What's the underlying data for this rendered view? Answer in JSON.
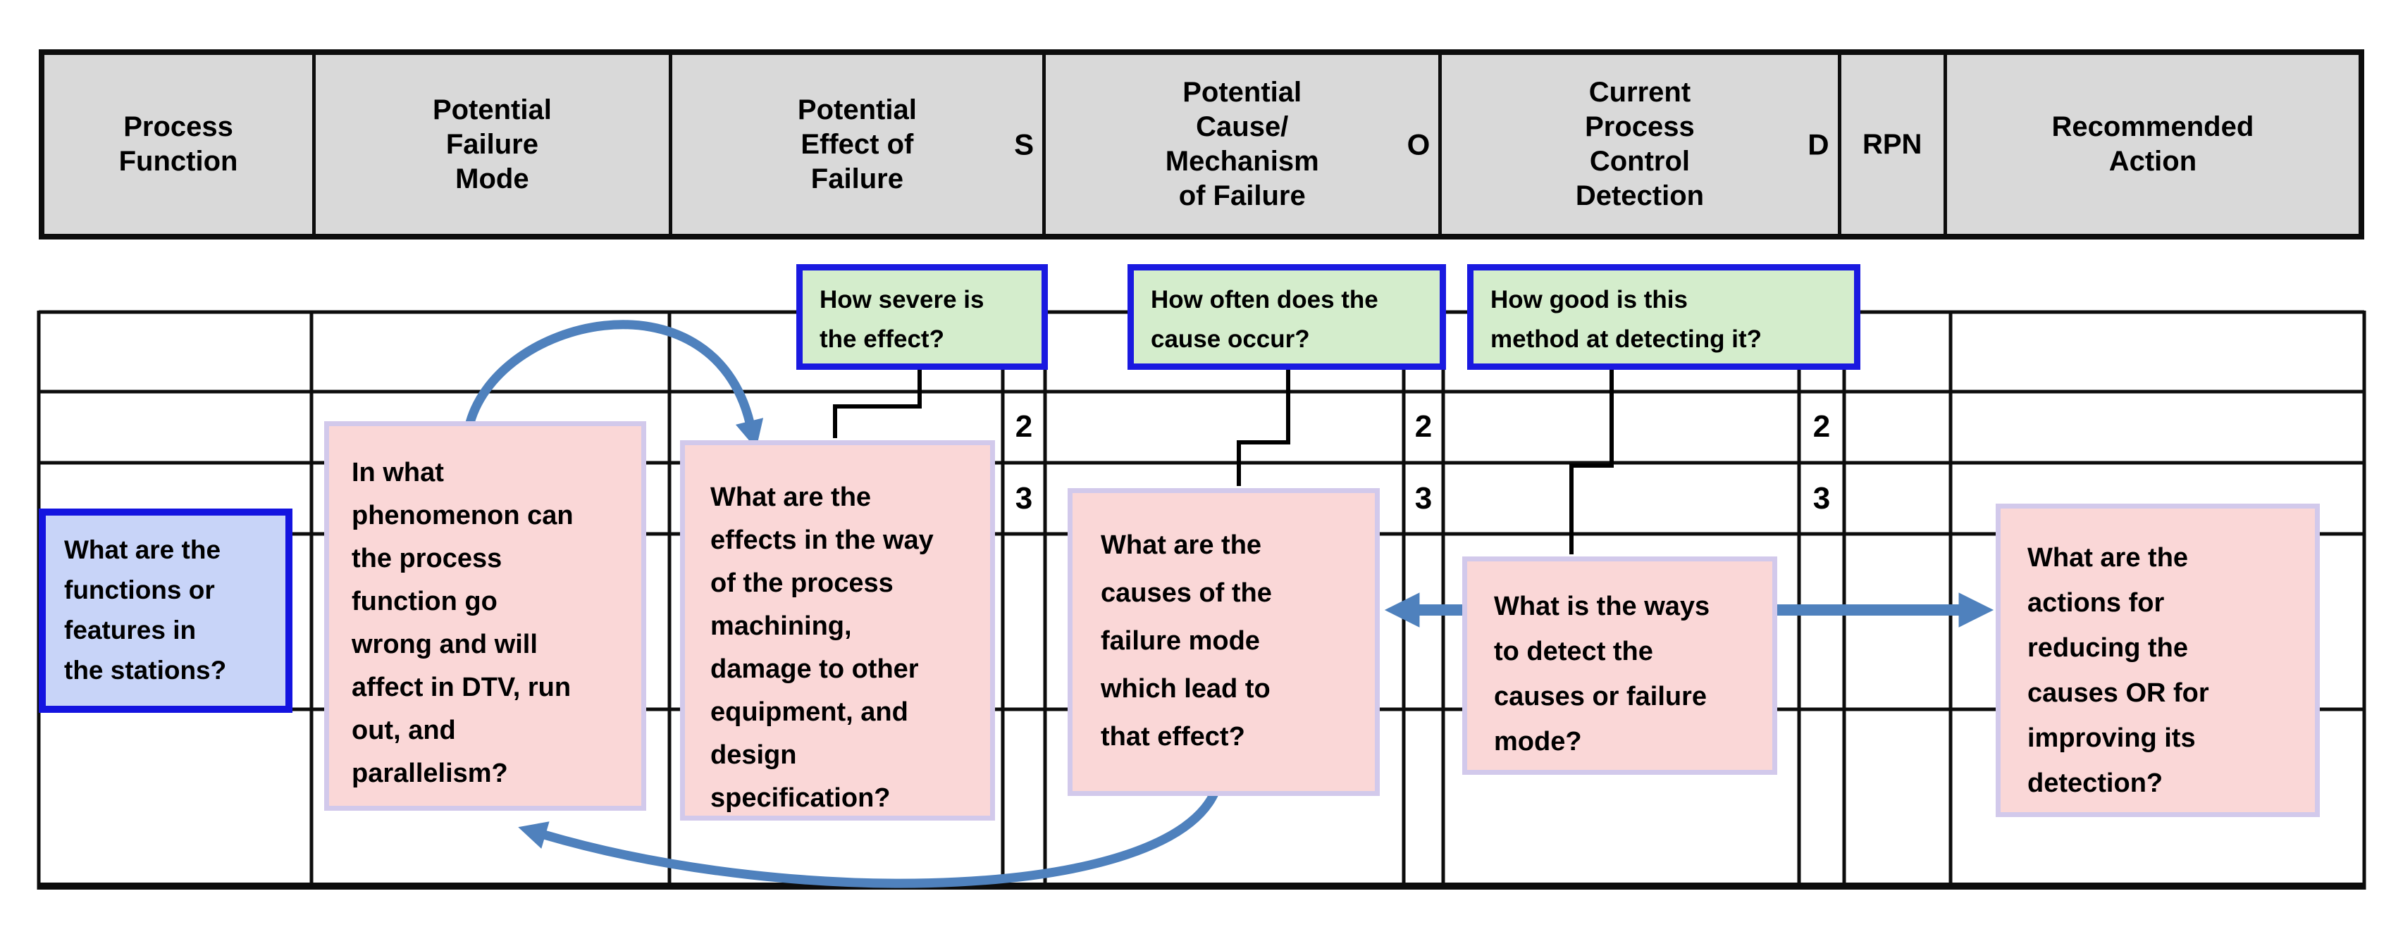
{
  "table": {
    "columns": [
      {
        "label": "Process\nFunction"
      },
      {
        "label": "Potential\nFailure\nMode"
      },
      {
        "label": "Potential\nEffect of\nFailure",
        "rating_letter": "S"
      },
      {
        "label": "Potential\nCause/\nMechanism\nof Failure",
        "rating_letter": "O"
      },
      {
        "label": "Current\nProcess\nControl\nDetection",
        "rating_letter": "D"
      },
      {
        "label": "RPN"
      },
      {
        "label": "Recommended\nAction"
      }
    ],
    "ratings": {
      "severity": [
        "2",
        "3"
      ],
      "occurrence": [
        "2",
        "3"
      ],
      "detection": [
        "2",
        "3"
      ]
    }
  },
  "callouts": {
    "process_function": "What are the\nfunctions or\nfeatures in\nthe stations?",
    "failure_mode": "In what\nphenomenon can\nthe process\nfunction go\nwrong and will\naffect in DTV, run\nout, and\nparallelism?",
    "effect": "What are the\neffects in the way\nof the process\nmachining,\ndamage to other\nequipment, and\ndesign\nspecification?",
    "cause": "What are the\ncauses of the\nfailure mode\nwhich lead to\nthat effect?",
    "control": "What is the ways\nto detect the\ncauses or failure\nmode?",
    "action": "What are the\nactions for\nreducing the\ncauses OR for\nimproving its\ndetection?",
    "severity_question": "How severe is\nthe effect?",
    "occurrence_question": "How often does the\ncause occur?",
    "detection_question": "How good is this\nmethod at detecting it?"
  },
  "colors": {
    "header_fill": "#d9d9d9",
    "grid_line": "#0d0d0d",
    "green_fill": "#d4edcc",
    "green_border": "#1a1ae0",
    "blue_fill": "#c8d4f8",
    "blue_border": "#1414e0",
    "pink_fill": "#fad7d7",
    "pink_border": "#d2c9eb",
    "arrow": "#4f81bd"
  }
}
